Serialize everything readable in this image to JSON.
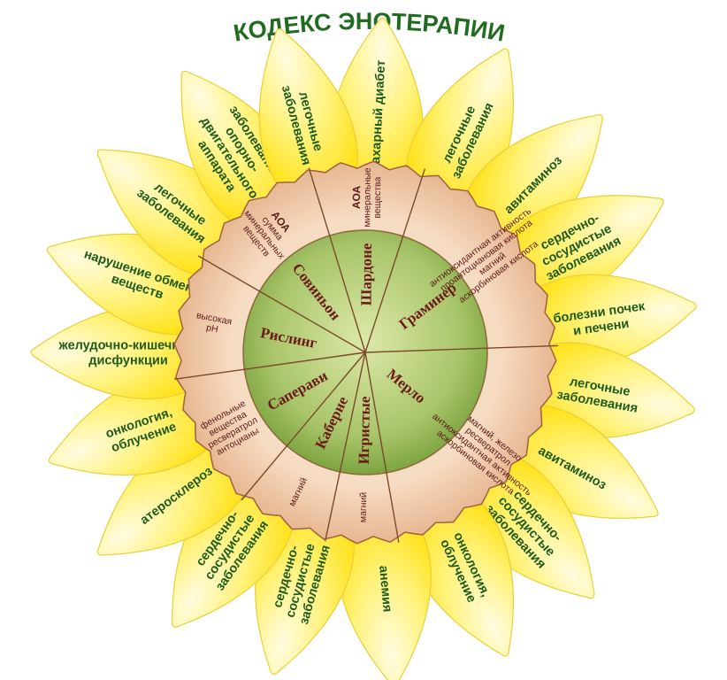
{
  "title": "КОДЕКС ЭНОТЕРАПИИ",
  "colors": {
    "title": "#1f6b1f",
    "petal_light": "#fffbd0",
    "petal_mid": "#ffef40",
    "petal_dark": "#e6c800",
    "ring": "#f2c9a8",
    "ring_stroke": "#a0613e",
    "center_light": "#d4e6a0",
    "center_dark": "#6f9a34",
    "petal_text": "#1f5a1f",
    "wine_text": "#6b1a1a"
  },
  "petals": [
    {
      "lines": [
        "сахарный диабет"
      ]
    },
    {
      "lines": [
        "легочные",
        "заболевания"
      ]
    },
    {
      "lines": [
        "авитаминоз"
      ]
    },
    {
      "lines": [
        "сердечно-",
        "сосудистые",
        "заболевания"
      ]
    },
    {
      "lines": [
        "болезни почек",
        "и печени"
      ]
    },
    {
      "lines": [
        "легочные",
        "заболевания"
      ]
    },
    {
      "lines": [
        "авитаминоз"
      ]
    },
    {
      "lines": [
        "сердечно-",
        "сосудистые",
        "заболевания"
      ]
    },
    {
      "lines": [
        "онкология,",
        "облучение"
      ]
    },
    {
      "lines": [
        "анемия"
      ]
    },
    {
      "lines": [
        "сердечно-",
        "сосудистые",
        "заболевания"
      ]
    },
    {
      "lines": [
        "сердечно-",
        "сосудистые",
        "заболевания"
      ]
    },
    {
      "lines": [
        "атеросклероз"
      ]
    },
    {
      "lines": [
        "онкология,",
        "облучение"
      ]
    },
    {
      "lines": [
        "желудочно-кишечные",
        "дисфункции"
      ]
    },
    {
      "lines": [
        "нарушение обмена",
        "веществ"
      ]
    },
    {
      "lines": [
        "легочные",
        "заболевания"
      ]
    },
    {
      "lines": [
        "заболевания",
        "опорно-",
        "двигательного",
        "аппарата"
      ]
    },
    {
      "lines": [
        "легочные",
        "заболевания"
      ]
    }
  ],
  "wines": [
    {
      "name": "Шардоне",
      "props": [
        "АОА",
        "минеральные",
        "вещества"
      ]
    },
    {
      "name": "Граминер",
      "props": [
        "антиоксидантная активность",
        "проантоциановая кислота",
        "магний",
        "аскорбиновая кислота"
      ]
    },
    {
      "name": "Мерло",
      "props": [
        "магний, железо",
        "ресвератрол",
        "антиоксидантная активность",
        "аскорбиновая кислота"
      ]
    },
    {
      "name": "Игристые",
      "props": [
        "магний"
      ]
    },
    {
      "name": "Каберне",
      "props": [
        "магний"
      ]
    },
    {
      "name": "Саперави",
      "props": [
        "фенольные",
        "вещества",
        "ресвератрол",
        "антоцианы"
      ]
    },
    {
      "name": "Рислинг",
      "props": [
        "высокая",
        "pH"
      ]
    },
    {
      "name": "Совиньон",
      "props": [
        "АОА",
        "сумма",
        "минеральных",
        "веществ"
      ]
    }
  ]
}
